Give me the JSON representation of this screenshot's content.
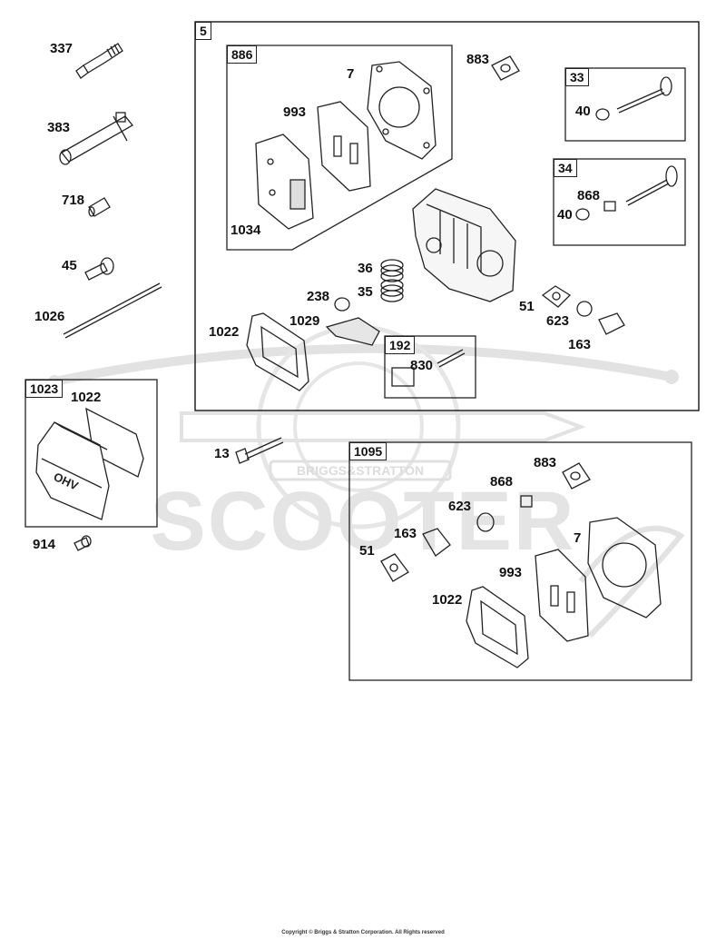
{
  "watermark": {
    "brand": "BRIGGS&STRATTON",
    "word": "SCOOTER",
    "color": "#dcdcdc"
  },
  "groups": {
    "g5": "5",
    "g886": "886",
    "g33": "33",
    "g34": "34",
    "g192": "192",
    "g1023": "1023",
    "g1095": "1095"
  },
  "callouts": {
    "p337": "337",
    "p383": "383",
    "p718": "718",
    "p45": "45",
    "p1026": "1026",
    "p1022_cover": "1022",
    "p914": "914",
    "p13": "13",
    "p7_a": "7",
    "p993_a": "993",
    "p1034": "1034",
    "p883_a": "883",
    "p40_a": "40",
    "p868_a": "868",
    "p40_b": "40",
    "p36": "36",
    "p35": "35",
    "p238": "238",
    "p1029": "1029",
    "p1022_a": "1022",
    "p51_a": "51",
    "p623_a": "623",
    "p163_a": "163",
    "p830": "830",
    "p883_b": "883",
    "p868_b": "868",
    "p623_b": "623",
    "p163_b": "163",
    "p51_b": "51",
    "p7_b": "7",
    "p993_b": "993",
    "p1022_b": "1022"
  },
  "cover_text": "OHV",
  "footer": "Copyright © Briggs & Stratton Corporation. All Rights reserved"
}
